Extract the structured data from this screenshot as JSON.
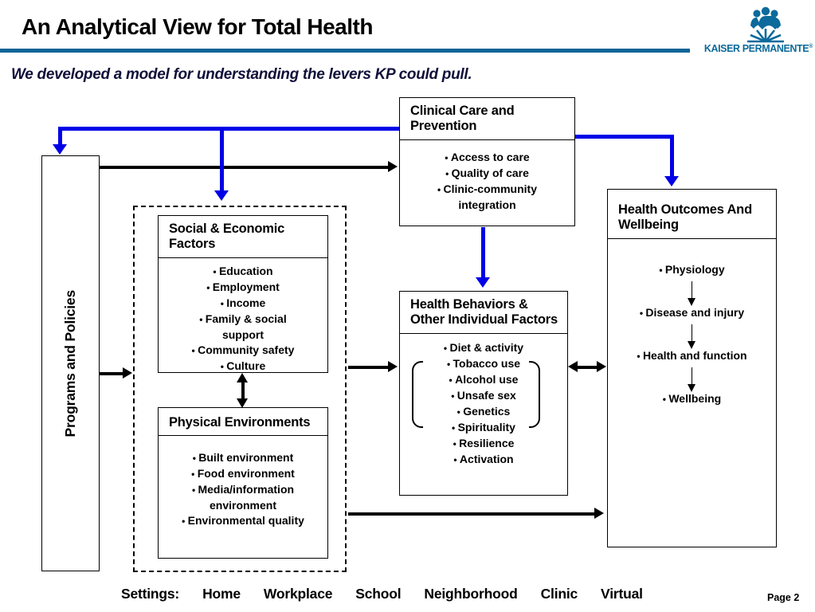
{
  "header": {
    "title": "An Analytical View for Total Health",
    "subtitle": "We developed a model for understanding the levers KP could pull.",
    "logo_text": "KAISER PERMANENTE",
    "logo_reg": "®"
  },
  "colors": {
    "rule_teal": "#0a6496",
    "logo_blue": "#0c6a9c",
    "arrow_blue": "#0000e6",
    "arrow_black": "#000000"
  },
  "boxes": {
    "programs": {
      "title": "Programs and Policies"
    },
    "clinical": {
      "title": "Clinical Care and Prevention",
      "bullets": [
        "Access to care",
        "Quality of care",
        "Clinic-community integration"
      ]
    },
    "social": {
      "title": "Social & Economic Factors",
      "bullets": [
        "Education",
        "Employment",
        "Income",
        "Family & social support",
        "Community safety",
        "Culture"
      ]
    },
    "physical": {
      "title": "Physical Environments",
      "bullets": [
        "Built environment",
        "Food environment",
        "Media/information environment",
        "Environmental quality"
      ]
    },
    "behaviors": {
      "title": "Health Behaviors & Other Individual Factors",
      "bracketed_bullets": [
        "Diet & activity",
        "Tobacco use",
        "Alcohol use",
        "Unsafe sex"
      ],
      "other_bullets": [
        "Genetics",
        "Spirituality",
        "Resilience",
        "Activation"
      ]
    },
    "outcomes": {
      "title": "Health Outcomes And Wellbeing",
      "chain": [
        "Physiology",
        "Disease and injury",
        "Health and function",
        "Wellbeing"
      ]
    }
  },
  "footer": {
    "settings_label": "Settings:",
    "settings": [
      "Home",
      "Workplace",
      "School",
      "Neighborhood",
      "Clinic",
      "Virtual"
    ],
    "page": "Page 2"
  }
}
